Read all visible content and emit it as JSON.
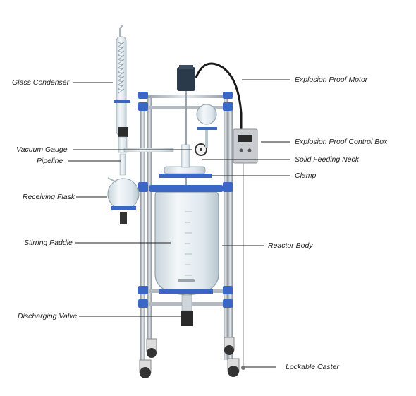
{
  "labels_left": [
    {
      "key": "condenser",
      "text": "Glass Condenser"
    },
    {
      "key": "gauge",
      "text": "Vacuum Gauge"
    },
    {
      "key": "pipeline",
      "text": "Pipeline"
    },
    {
      "key": "flask",
      "text": "Receiving Flask"
    },
    {
      "key": "paddle",
      "text": "Stirring Paddle"
    },
    {
      "key": "valve",
      "text": "Discharging Valve"
    }
  ],
  "labels_right": [
    {
      "key": "motor",
      "text": "Explosion Proof Motor"
    },
    {
      "key": "controlbox",
      "text": "Explosion Proof Control Box"
    },
    {
      "key": "neck",
      "text": "Solid Feeding Neck"
    },
    {
      "key": "clamp",
      "text": "Clamp"
    },
    {
      "key": "body",
      "text": "Reactor Body"
    },
    {
      "key": "caster",
      "text": "Lockable Caster"
    }
  ],
  "colors": {
    "frame": "#a9b0b8",
    "clamp_blue": "#3a67c6",
    "glass": "#d9e4ea",
    "motor": "#2a3a4a",
    "cable": "#1a1a1a",
    "box": "#c9ccd0"
  }
}
